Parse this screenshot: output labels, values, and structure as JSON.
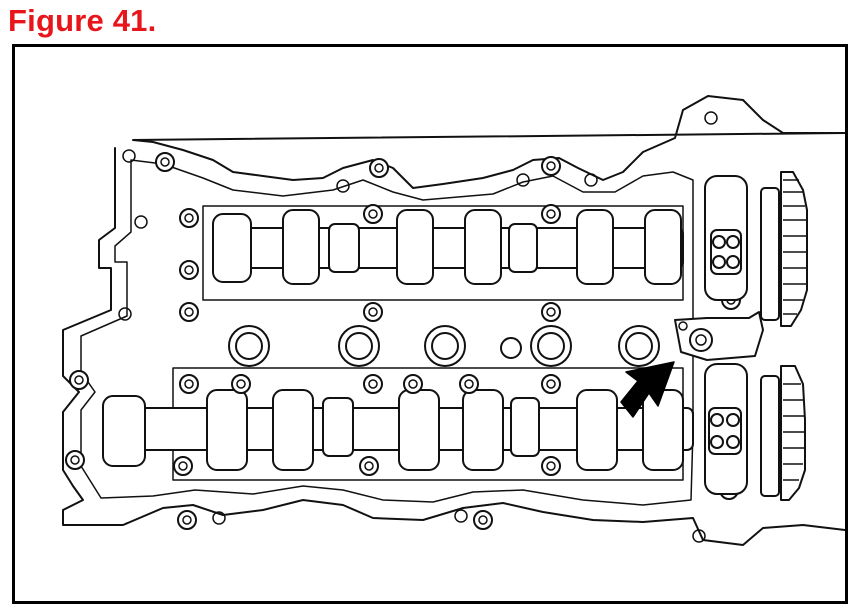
{
  "figure": {
    "title": "Figure 41."
  },
  "diagram": {
    "subject-icon": "camshaft-cylinder-head-illustration",
    "pointer-icon": "black-arrow",
    "colors": {
      "title": "#e8161b",
      "line": "#111111",
      "background": "#ffffff"
    }
  }
}
